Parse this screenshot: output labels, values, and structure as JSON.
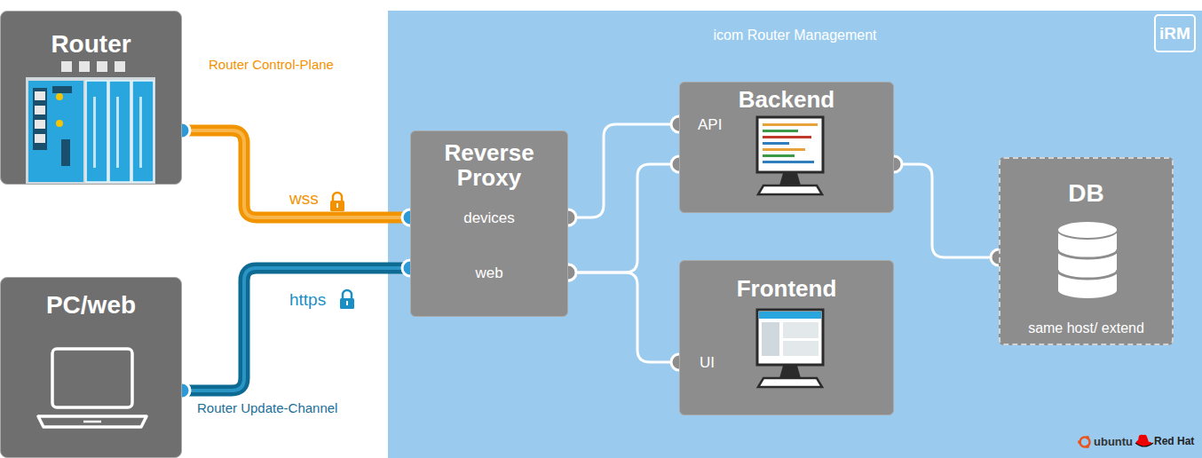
{
  "diagram": {
    "nodes": [
      {
        "text": [
          "Router"
        ]
      },
      {
        "text": [
          "PC/web"
        ]
      },
      {
        "text": [
          "icom Router Management"
        ]
      },
      {
        "text": [
          "Reverse Proxy",
          "devices",
          "web"
        ],
        "in": 2
      },
      {
        "text": [
          "Backend",
          "API"
        ],
        "in": 2
      },
      {
        "text": [
          "Frontend",
          "UI"
        ],
        "in": 2
      },
      {
        "text": [
          "DB",
          "same host/ extend"
        ],
        "in": 2
      }
    ],
    "edges": [
      {
        "from": 0,
        "to": 3,
        "arrow": "none",
        "label": "wss"
      },
      {
        "from": 1,
        "to": 3,
        "arrow": "none",
        "label": "https"
      },
      {
        "from": 3,
        "to": 4,
        "arrow": "none"
      },
      {
        "from": 3,
        "to": 4,
        "arrow": "none"
      },
      {
        "from": 3,
        "to": 5,
        "arrow": "none"
      },
      {
        "from": 4,
        "to": 6,
        "arrow": "none"
      }
    ],
    "labels": [
      "Router Control-Plane",
      "Router Update-Channel",
      "iRM",
      "ubuntu",
      "Red Hat"
    ]
  }
}
